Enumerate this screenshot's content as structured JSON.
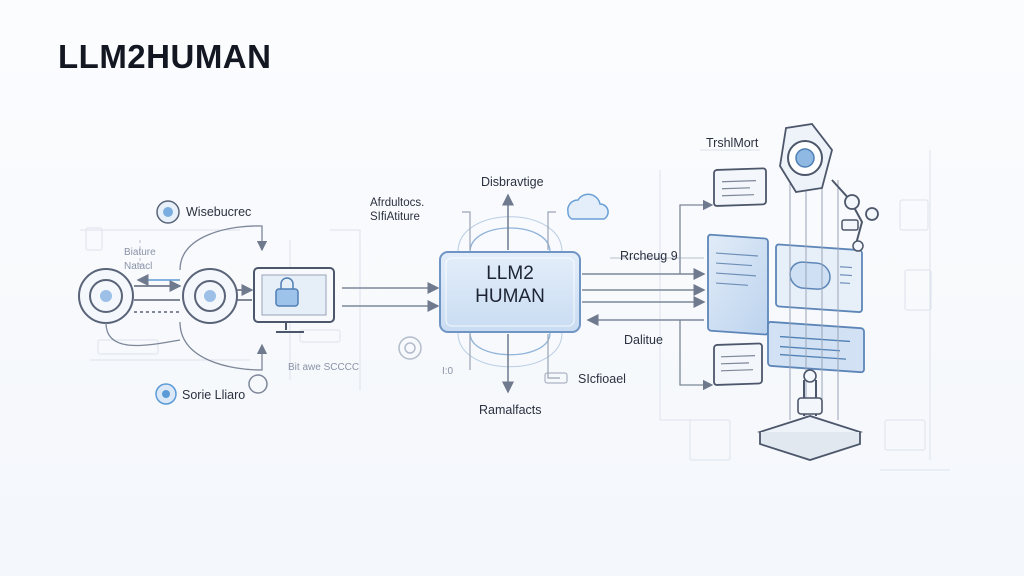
{
  "title": "LLM2HUMAN",
  "hub": {
    "label": "LLM2\nHUMAN"
  },
  "labels": {
    "top_left": "Wisebucrec",
    "left_side": "Biature\nNatacl",
    "bottom_left": "Sorie Lliaro",
    "arch": "Afrdultocs.\nSIfiAtiture",
    "top_center": "Disbravtige",
    "bottom_center": "Ramalfacts",
    "mid_bottom_left": "Bit awe SCCCC",
    "mid_bottom_small": "I:0",
    "right_bottom_center": "SIcfioael",
    "right_top": "Rrcheug 9",
    "right_bottom": "Dalitue",
    "far_right_top": "TrshlMort"
  },
  "colors": {
    "accent": "#5b9bd5",
    "accent_light": "#dbe8f7",
    "line": "#7d8799",
    "line_faint": "#c9d0dc",
    "ink": "#131722"
  },
  "icons": [
    "gear-icon",
    "monitor-icon",
    "lock-icon",
    "cloud-icon",
    "camera-icon",
    "robot-arm-icon",
    "server-icon"
  ]
}
